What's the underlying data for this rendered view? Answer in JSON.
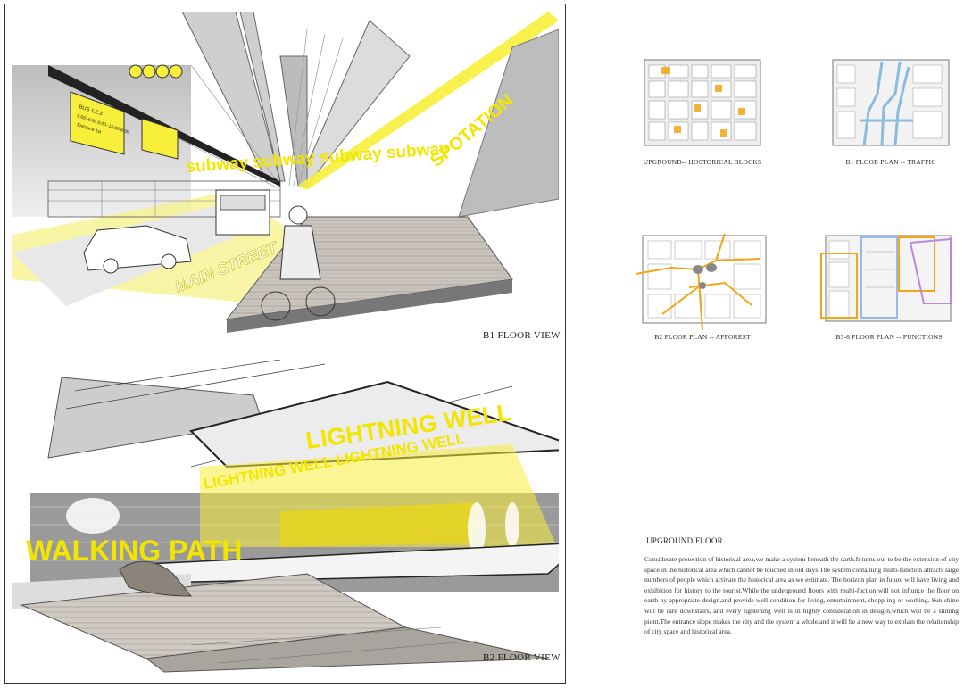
{
  "views": {
    "b1": {
      "caption": "B1 FLOOR VIEW",
      "labels": {
        "subway": "subway subway subway subway",
        "transportation": "SPOTATION",
        "main_street": "MAIN STREET"
      },
      "bus_sign": {
        "line1": "BUS 1.2.3",
        "line2": "5:00--6:00 6:00--10:00 8:00",
        "line3": "Entrance 1st"
      }
    },
    "b2": {
      "caption": "B2 FLOOR VIEW",
      "labels": {
        "lightning_well_main": "LIGHTNING WELL",
        "lightning_well_secondary": "LIGHTNING WELL  LIGHTNING WELL",
        "walking_path": "WALKING PATH"
      }
    }
  },
  "plans": [
    {
      "label": "UPGROUND-- HOSTORICAL BLOCKS"
    },
    {
      "label": "B1 FLOOR PLAN -- TRAFFIC"
    },
    {
      "label": "B2 FLOOR PLAN -- AFFOREST"
    },
    {
      "label": "B3-6  FLOOR PLAN -- FUNCTIONS"
    }
  ],
  "notes": {
    "title": "UPGROUND FLOOR",
    "body": "Considerate protection of historical area,we make a system beneath the earth.It turns out to be the extension of city space in the historical area which cannot be touched in old days.The system containing multi-function attracts large numbers of people which activate the historical area as we estimate. The horizon plan in future will have living and exhibition for history to the tourist.While the underground floors with multi-fuction will not influnce the floor on earth by appropriate design,and provide well condition for living, entertainment, shopp-ing or working. Sun shine will be rare downstairs, and every lightening well is in highly consideration in desig-n,which will be a shining piont.The entrance slope makes the city and the system a whole,and it will be a new way to explain the relationship of city space and historical area."
  },
  "colors": {
    "accent": "#f2e500",
    "traffic": "#7fb7e0",
    "afforest": "#f2a516",
    "functions_a": "#f2a516",
    "functions_b": "#9bb9e8",
    "functions_c": "#b48be0"
  }
}
